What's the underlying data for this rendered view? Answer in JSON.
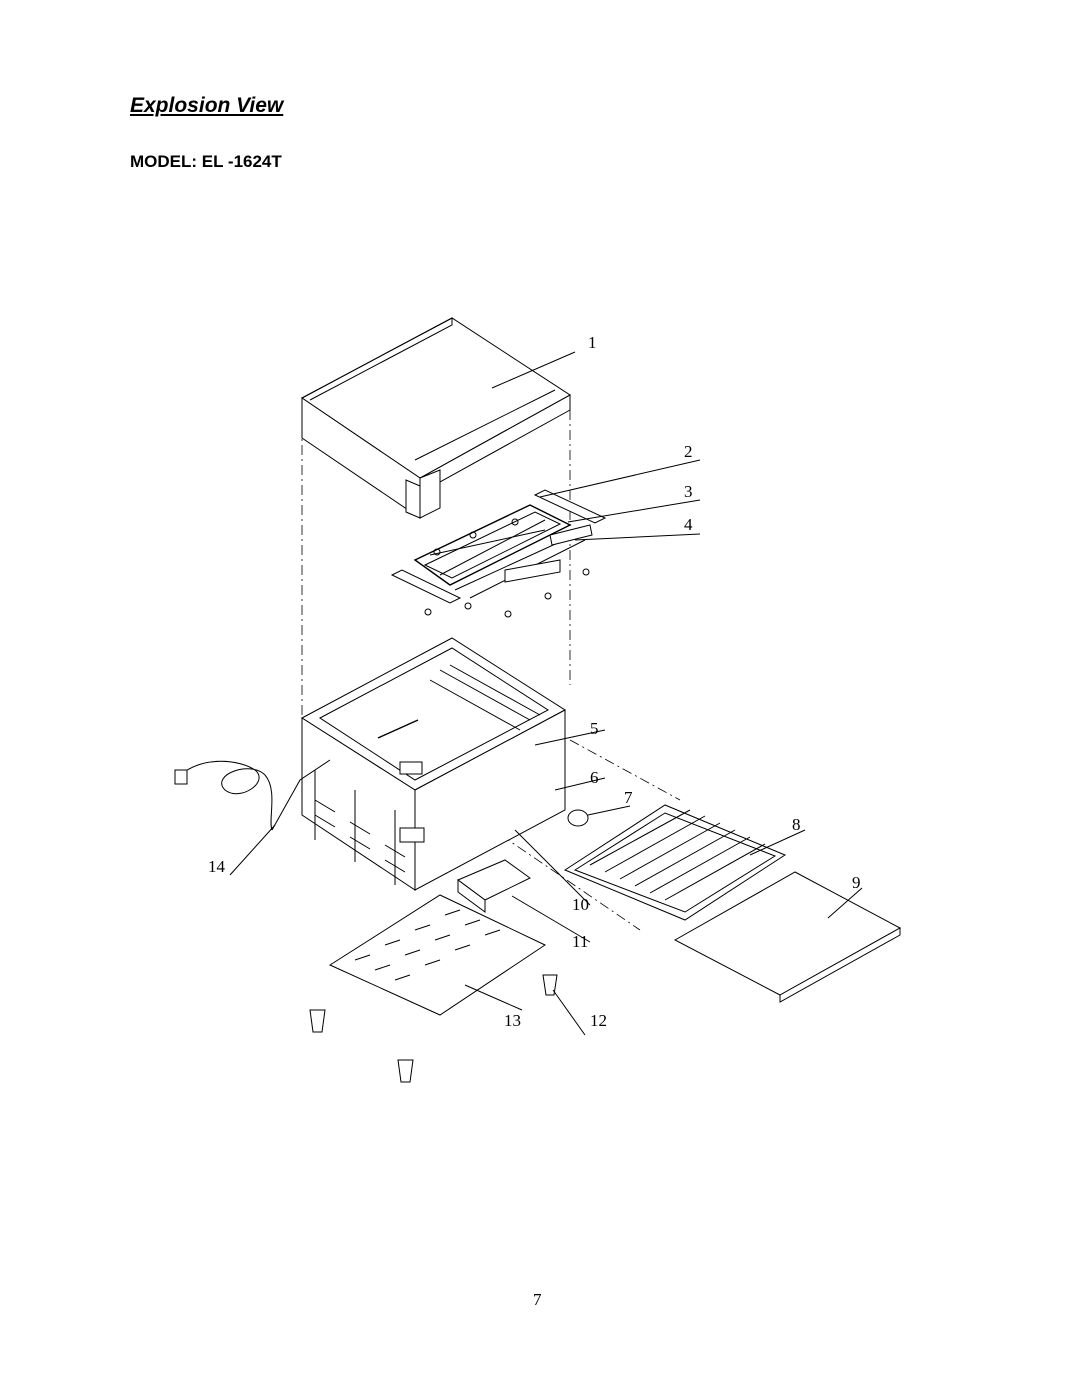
{
  "header": {
    "title": "Explosion View",
    "model": "MODEL: EL -1624T"
  },
  "diagram": {
    "callouts": [
      "1",
      "2",
      "3",
      "4",
      "5",
      "6",
      "7",
      "8",
      "9",
      "10",
      "11",
      "12",
      "13",
      "14"
    ]
  },
  "footer": {
    "page_number": "7"
  }
}
